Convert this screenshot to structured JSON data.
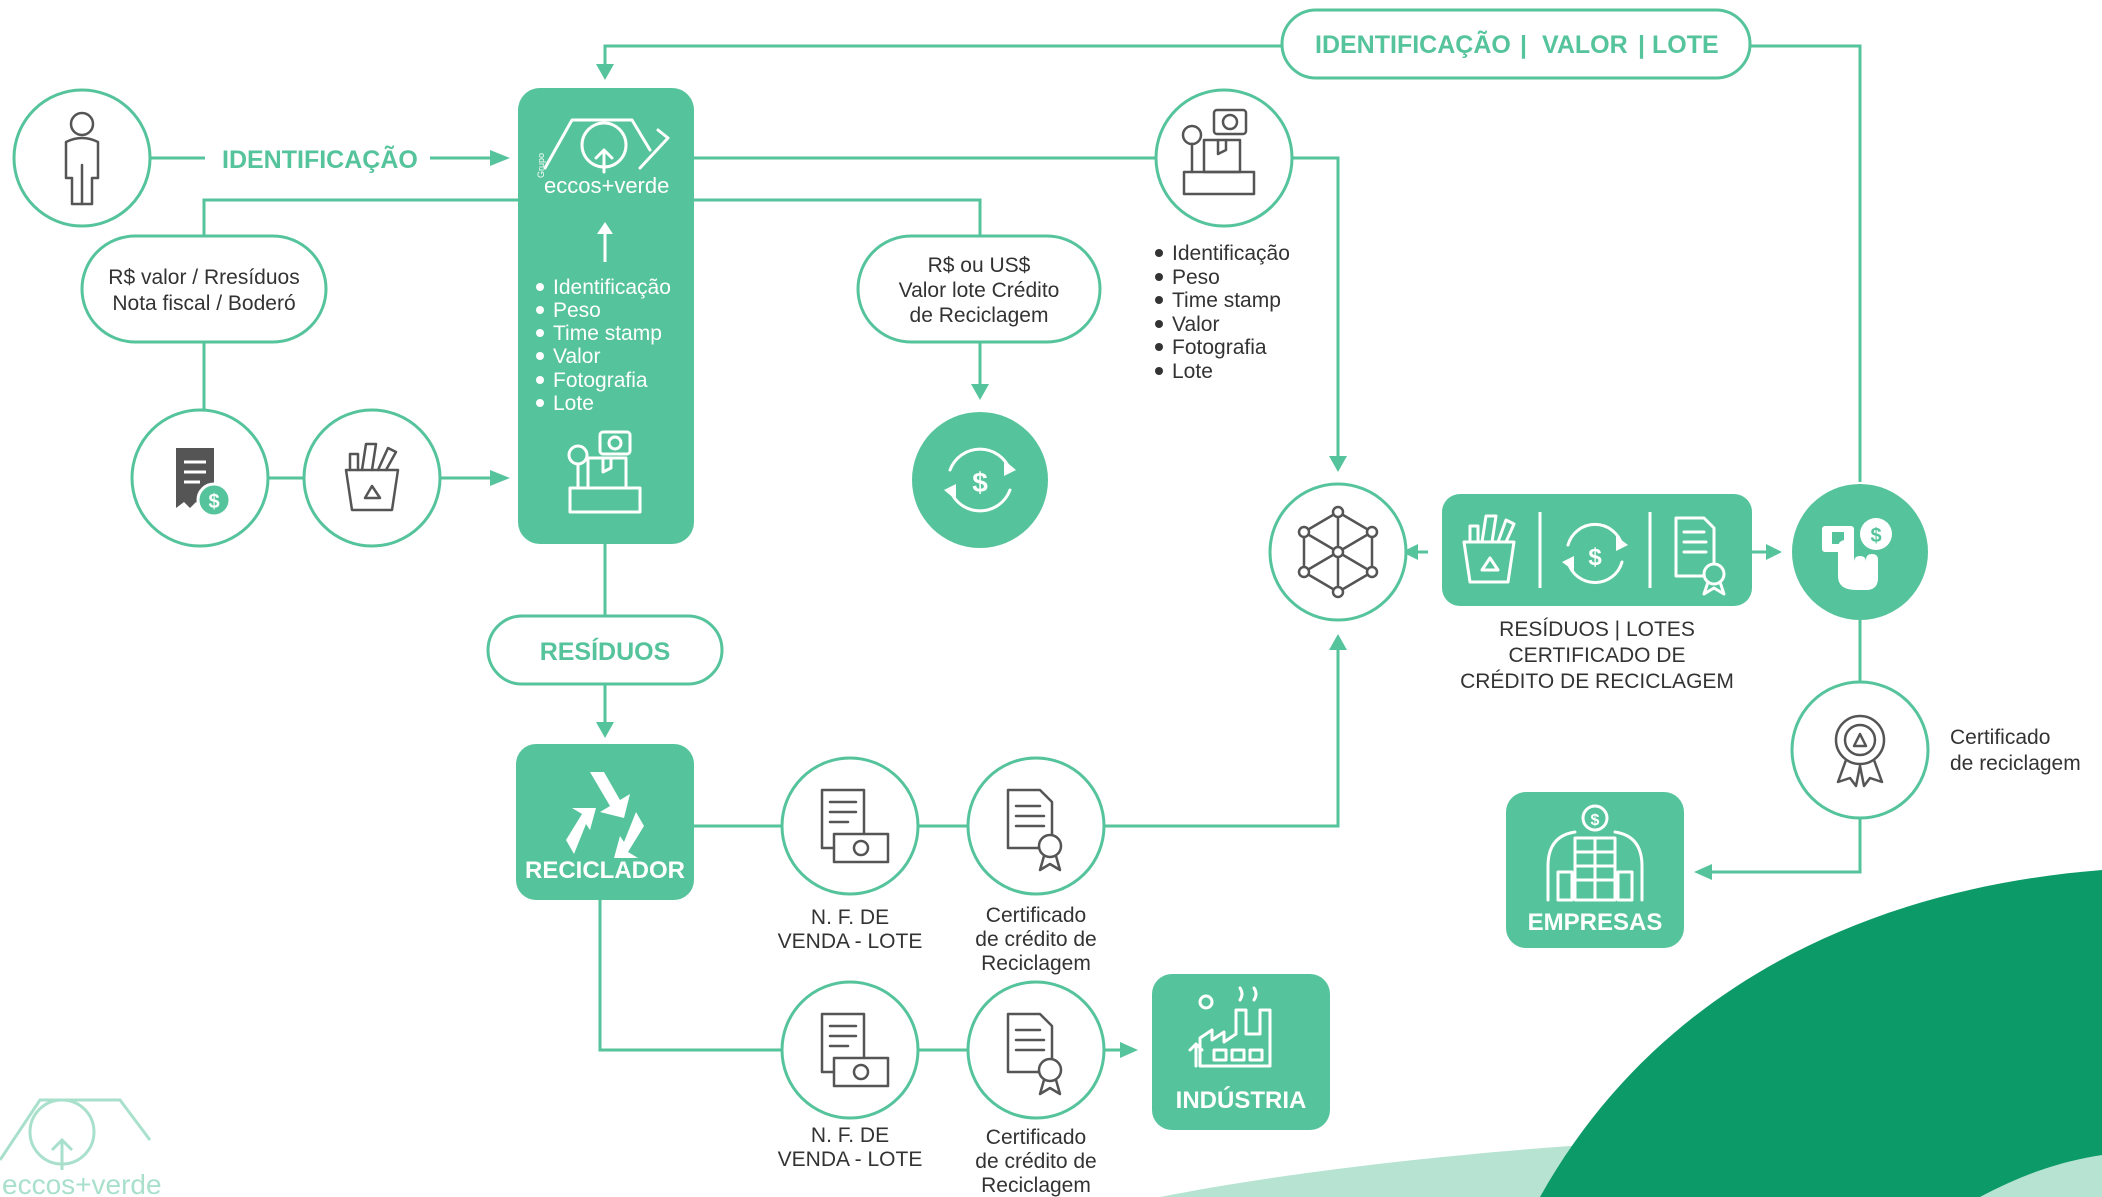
{
  "colors": {
    "accent": "#55c39b",
    "dark_green": "#0c9a68",
    "light_green": "#b7e3d2",
    "text": "#333333"
  },
  "top_banner": {
    "identificacao": "IDENTIFICAÇÃO",
    "sep1": "|",
    "valor": "VALOR",
    "sep2": "|",
    "lote": "LOTE"
  },
  "identification_label": "IDENTIFICAÇÃO",
  "brand": {
    "grupo": "Grupo",
    "name": "eccos+verde"
  },
  "left_pill": {
    "line1": "R$ valor / Rresíduos",
    "line2": "Nota fiscal / Boderó"
  },
  "central_list": [
    "Identificação",
    "Peso",
    "Time stamp",
    "Valor",
    "Fotografia",
    "Lote"
  ],
  "credit_pill": {
    "line1": "R$ ou US$",
    "line2": "Valor lote Crédito",
    "line3": "de Reciclagem"
  },
  "right_list": [
    "Identificação",
    "Peso",
    "Time stamp",
    "Valor",
    "Fotografia",
    "Lote"
  ],
  "residuos_pill": "RESÍDUOS",
  "reciclador_label": "RECICLADOR",
  "nf_label": {
    "line1": "N. F. DE",
    "line2": "VENDA - LOTE"
  },
  "cert_credit_label": {
    "line1": "Certificado",
    "line2": "de crédito de",
    "line3": "Reciclagem"
  },
  "industria_label": "INDÚSTRIA",
  "bundle_label": {
    "line1": "RESÍDUOS | LOTES",
    "line2": "CERTIFICADO DE",
    "line3": "CRÉDITO DE RECICLAGEM"
  },
  "cert_recycling_label": {
    "line1": "Certificado",
    "line2": "de reciclagem"
  },
  "empresas_label": "EMPRESAS",
  "icons": [
    "person-icon",
    "receipt-money-icon",
    "recycle-basket-icon",
    "scale-camera-icon",
    "money-cycle-icon",
    "blockchain-cube-icon",
    "document-certificate-icon",
    "phone-payment-icon",
    "recycle-badge-icon",
    "corporate-building-icon",
    "factory-icon",
    "recycle-symbol-icon",
    "invoice-cash-icon"
  ]
}
